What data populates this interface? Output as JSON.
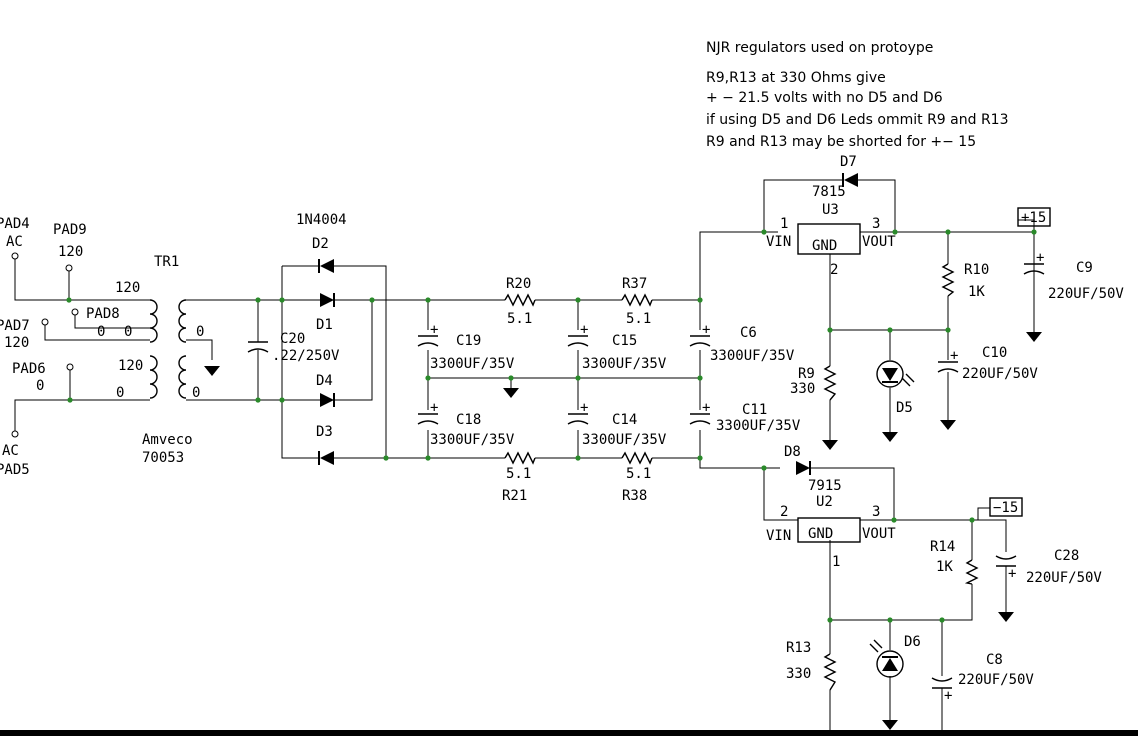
{
  "notes": [
    "NJR regulators used on protoype",
    "R9,R13 at 330 Ohms give",
    "+ − 21.5 volts with no D5 and D6",
    "if using D5 and D6 Leds ommit R9 and R13",
    "R9 and R13 may be shorted for +− 15"
  ],
  "pads": [
    {
      "name": "PAD4",
      "net": "AC"
    },
    {
      "name": "PAD9",
      "net": "120"
    },
    {
      "name": "PAD8",
      "net": "0"
    },
    {
      "name": "PAD7",
      "net": "120"
    },
    {
      "name": "PAD6",
      "net": "0"
    },
    {
      "name": "PAD5",
      "net": "AC"
    }
  ],
  "transformer": {
    "ref": "TR1",
    "maker": "Amveco",
    "part": "70053",
    "pins": {
      "p1": "120",
      "p2": "0",
      "p3": "0",
      "p4": "0",
      "p5": "120",
      "p6": "0",
      "p7": "0"
    }
  },
  "diodes": {
    "type": "1N4004",
    "d1": "D1",
    "d2": "D2",
    "d3": "D3",
    "d4": "D4",
    "d5": "D5",
    "d6": "D6",
    "d7": "D7",
    "d8": "D8"
  },
  "capacitors": [
    {
      "ref": "C20",
      "value": ".22/250V"
    },
    {
      "ref": "C19",
      "value": "3300UF/35V"
    },
    {
      "ref": "C15",
      "value": "3300UF/35V"
    },
    {
      "ref": "C6",
      "value": "3300UF/35V"
    },
    {
      "ref": "C18",
      "value": "3300UF/35V"
    },
    {
      "ref": "C14",
      "value": "3300UF/35V"
    },
    {
      "ref": "C11",
      "value": "3300UF/35V"
    },
    {
      "ref": "C9",
      "value": "220UF/50V"
    },
    {
      "ref": "C10",
      "value": "220UF/50V"
    },
    {
      "ref": "C28",
      "value": "220UF/50V"
    },
    {
      "ref": "C8",
      "value": "220UF/50V"
    }
  ],
  "resistors": [
    {
      "ref": "R20",
      "value": "5.1"
    },
    {
      "ref": "R37",
      "value": "5.1"
    },
    {
      "ref": "R21",
      "value": "5.1"
    },
    {
      "ref": "R38",
      "value": "5.1"
    },
    {
      "ref": "R10",
      "value": "1K"
    },
    {
      "ref": "R9",
      "value": "330"
    },
    {
      "ref": "R14",
      "value": "1K"
    },
    {
      "ref": "R13",
      "value": "330"
    }
  ],
  "regulators": {
    "u3": {
      "ref": "U3",
      "part": "7815",
      "vin": "VIN",
      "gnd": "GND",
      "vout": "VOUT",
      "pin_in": "1",
      "pin_gnd": "2",
      "pin_out": "3"
    },
    "u2": {
      "ref": "U2",
      "part": "7915",
      "vin": "VIN",
      "gnd": "GND",
      "vout": "VOUT",
      "pin_in": "2",
      "pin_gnd": "1",
      "pin_out": "3"
    }
  },
  "rails": {
    "pos": "+15",
    "neg": "−15"
  },
  "polarity": {
    "plus": "+"
  }
}
